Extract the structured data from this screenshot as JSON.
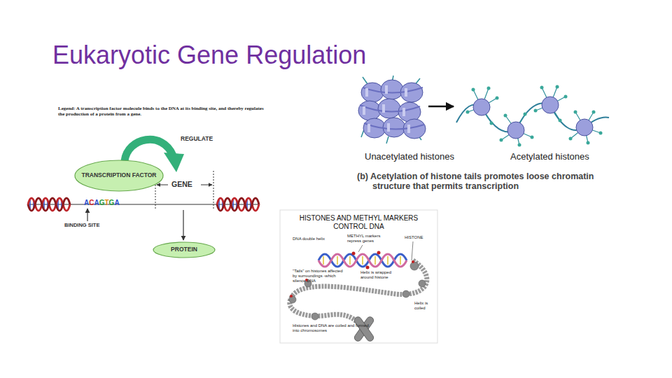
{
  "diagram": {
    "title": "Eukaryotic Gene Regulation",
    "nodes": [
      {
        "text": [
          "TRANSCRIPTION FACTOR"
        ]
      },
      {
        "text": [
          "PROTEIN"
        ]
      }
    ],
    "labels": [
      "Legend: A transcription factor molecule binds to the DNA at its binding site, and thereby regulates the production of a protein from a gene.",
      "REGULATE",
      "GENE",
      "ACAGTGA",
      "BINDING SITE",
      "Unacetylated histones",
      "Acetylated histones",
      "(b) Acetylation of histone tails promotes loose chromatin structure that permits transcription",
      "HISTONES AND METHYL MARKERS CONTROL DNA",
      "DNA double helix",
      "METHYL markers repress genes",
      "HISTONE",
      "\"Tails\" on histones affected by surroundings -which silence DNA",
      "Helix is wrapped around histone",
      "Helix is coiled",
      "Histones and DNA are coiled and formed into chromosomes"
    ]
  }
}
